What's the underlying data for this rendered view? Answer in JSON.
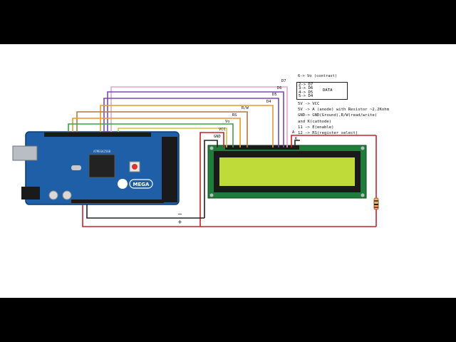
{
  "pin_labels": {
    "d7": "D7",
    "d6": "D6",
    "d5": "D5",
    "d4": "D4",
    "rw": "R/W",
    "rs": "RS",
    "vo": "Vo",
    "vcc": "VCC",
    "gnd": "GND",
    "a": "A",
    "k": "K"
  },
  "rails": {
    "minus": "−",
    "plus": "+"
  },
  "board": {
    "name": "MEGA",
    "chip_label": "ATMEGA2560"
  },
  "data_box": {
    "rows": [
      "2-> D7",
      "3-> D6",
      "4-> D5",
      "5-> D4"
    ],
    "tag": "DATA"
  },
  "notes": {
    "contrast": "6-> Vo (contrast)",
    "lines": [
      "5V -> VCC",
      "5V -> A (anode) with Resistor ~2.2Kohm",
      "GND-> GND(Ground),R/W(read/write)",
      "and K(cathode)",
      "11 -> E(enable)",
      "12 -> RS(register select)"
    ]
  },
  "colors": {
    "board": "#1f5fa8",
    "lcd_frame": "#1e7d3a",
    "lcd_screen": "#bfdb3a",
    "wire_pink": "#e6a6c6",
    "wire_purple": "#7a48b8",
    "wire_orange": "#e59a2a",
    "wire_yellow": "#d9c23a",
    "wire_brown": "#b07a40",
    "wire_green": "#3aa14a",
    "wire_red": "#c8222a",
    "wire_black": "#222222"
  }
}
